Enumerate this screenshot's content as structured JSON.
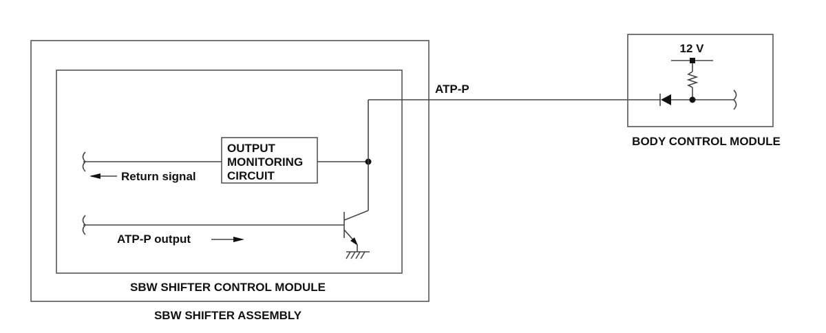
{
  "labels": {
    "assembly": "SBW SHIFTER ASSEMBLY",
    "control_module": "SBW SHIFTER CONTROL MODULE",
    "body_control_module": "BODY CONTROL MODULE",
    "voltage": "12 V",
    "signal_line": "ATP-P",
    "return_signal": "Return signal",
    "atp_output": "ATP-P output",
    "circuit_line1": "OUTPUT",
    "circuit_line2": "MONITORING",
    "circuit_line3": "CIRCUIT"
  },
  "colors": {
    "line": "#444444",
    "text": "#111111",
    "background": "#ffffff"
  }
}
